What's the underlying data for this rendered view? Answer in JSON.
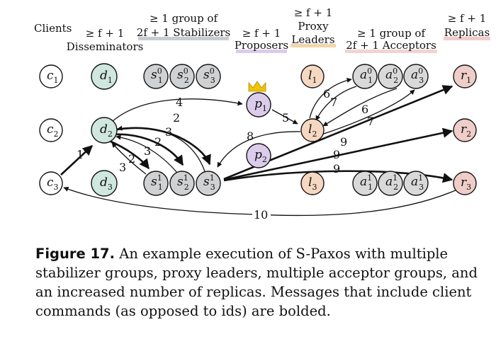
{
  "headers": {
    "clients": "Clients",
    "disseminators_count": "≥ f + 1",
    "disseminators": "Disseminators",
    "stabilizers_count": "≥ 1 group of",
    "stabilizers": "2f + 1 Stabilizers",
    "proposers_count": "≥ f + 1",
    "proposers": "Proposers",
    "leaders_count": "≥ f + 1",
    "leaders_line1": "Proxy",
    "leaders_line2": "Leaders",
    "acceptors_count": "≥ 1 group of",
    "acceptors": "2f + 1 Acceptors",
    "replicas_count": "≥ f + 1",
    "replicas": "Replicas"
  },
  "colors": {
    "client": "#ffffff",
    "disseminator": "#cfe7df",
    "stabilizer": "#cfd1d3",
    "proposer": "#dcccec",
    "leader": "#f6d8c2",
    "acceptor": "#d9d9d9",
    "replica": "#efcdc9",
    "stabilizer_underline": "#c7ccd3",
    "proposer_underline": "#dcccec",
    "leader_underline": "#f3d5ad",
    "acceptor_underline": "#f2d3d3",
    "replica_underline": "#f2cccc",
    "crown": "#f2c300"
  },
  "nodes": {
    "c1": {
      "base": "c",
      "sub": "1",
      "sup": ""
    },
    "c2": {
      "base": "c",
      "sub": "2",
      "sup": ""
    },
    "c3": {
      "base": "c",
      "sub": "3",
      "sup": ""
    },
    "d1": {
      "base": "d",
      "sub": "1",
      "sup": ""
    },
    "d2": {
      "base": "d",
      "sub": "2",
      "sup": ""
    },
    "d3": {
      "base": "d",
      "sub": "3",
      "sup": ""
    },
    "s10": {
      "base": "s",
      "sub": "1",
      "sup": "0"
    },
    "s20": {
      "base": "s",
      "sub": "2",
      "sup": "0"
    },
    "s30": {
      "base": "s",
      "sub": "3",
      "sup": "0"
    },
    "s11": {
      "base": "s",
      "sub": "1",
      "sup": "1"
    },
    "s21": {
      "base": "s",
      "sub": "2",
      "sup": "1"
    },
    "s31": {
      "base": "s",
      "sub": "3",
      "sup": "1"
    },
    "p1": {
      "base": "p",
      "sub": "1",
      "sup": ""
    },
    "p2": {
      "base": "p",
      "sub": "2",
      "sup": ""
    },
    "l1": {
      "base": "l",
      "sub": "1",
      "sup": ""
    },
    "l2": {
      "base": "l",
      "sub": "2",
      "sup": ""
    },
    "l3": {
      "base": "l",
      "sub": "3",
      "sup": ""
    },
    "a10": {
      "base": "a",
      "sub": "1",
      "sup": "0"
    },
    "a20": {
      "base": "a",
      "sub": "2",
      "sup": "0"
    },
    "a30": {
      "base": "a",
      "sub": "3",
      "sup": "0"
    },
    "a11": {
      "base": "a",
      "sub": "1",
      "sup": "1"
    },
    "a21": {
      "base": "a",
      "sub": "2",
      "sup": "1"
    },
    "a31": {
      "base": "a",
      "sub": "3",
      "sup": "1"
    },
    "r1": {
      "base": "r",
      "sub": "1",
      "sup": ""
    },
    "r2": {
      "base": "r",
      "sub": "2",
      "sup": ""
    },
    "r3": {
      "base": "r",
      "sub": "3",
      "sup": ""
    }
  },
  "edge_labels": {
    "m1": "1",
    "m2": "2",
    "m3": "3",
    "m4": "4",
    "m5": "5",
    "m6": "6",
    "m7": "7",
    "m8": "8",
    "m9": "9",
    "m10": "10"
  },
  "caption": {
    "label": "Figure 17.",
    "text": "An example execution of S-Paxos with multiple stabilizer groups, proxy leaders, multiple acceptor groups, and an increased number of replicas. Messages that include client commands (as opposed to ids) are bolded."
  }
}
